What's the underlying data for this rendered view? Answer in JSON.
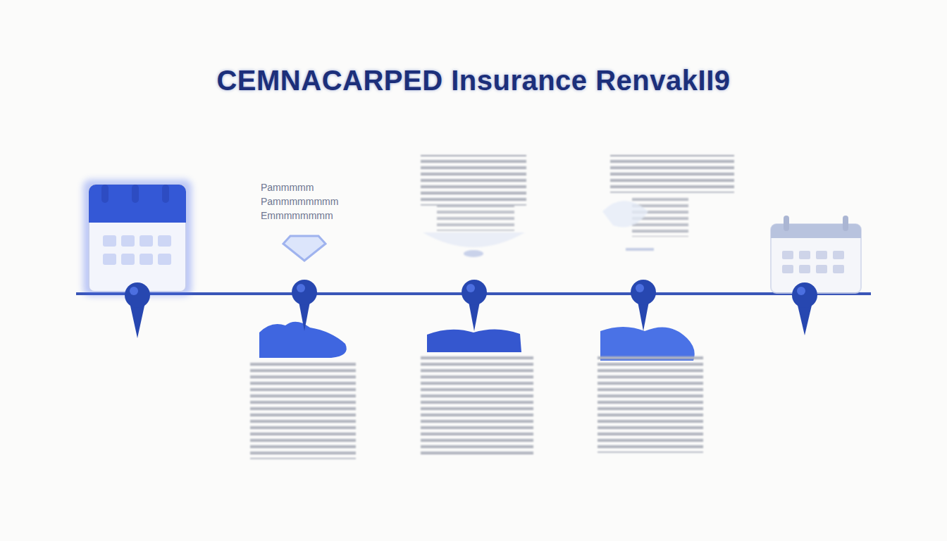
{
  "diagram": {
    "title": "CEMNACARPED Insurance RenvakII9",
    "labels": [
      "Pammmmm",
      "Pammmmmmmm",
      "Emmmmmmmm"
    ]
  }
}
